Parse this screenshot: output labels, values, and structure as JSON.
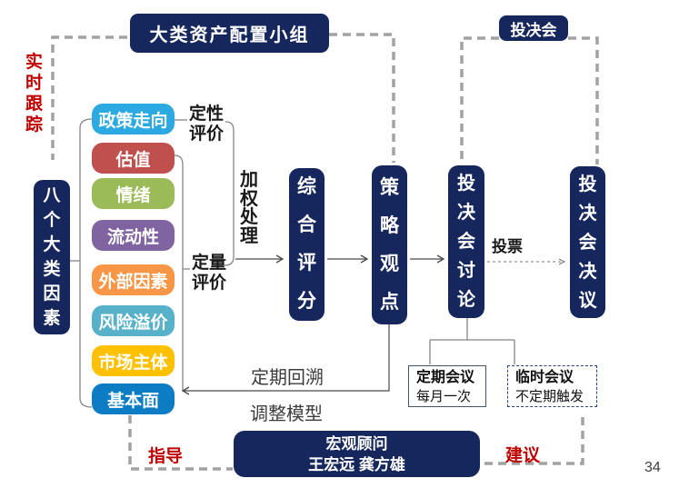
{
  "page": {
    "number": "34"
  },
  "colors": {
    "navy": "#16275e",
    "red_accent": "#c00000",
    "dash_gray": "#a2a2a2",
    "line_gray": "#858585"
  },
  "top": {
    "allocation_group": "大类资产配置小组",
    "investment_committee": "投决会"
  },
  "left": {
    "realtime_tracking": "实时跟踪",
    "eight_factors": "八个大类因素"
  },
  "factors": [
    {
      "label": "政策走向",
      "color": "#2ba9e0"
    },
    {
      "label": "估值",
      "color": "#c0504d"
    },
    {
      "label": "情绪",
      "color": "#9bbb59"
    },
    {
      "label": "流动性",
      "color": "#8064a2"
    },
    {
      "label": "外部因素",
      "color": "#f79646"
    },
    {
      "label": "风险溢价",
      "color": "#57b1c9"
    },
    {
      "label": "市场主体",
      "color": "#ffc000"
    },
    {
      "label": "基本面",
      "color": "#0c7dc4"
    }
  ],
  "process": {
    "qualitative": "定性评价",
    "quantitative": "定量评价",
    "weighting": "加权处理",
    "composite_score": "综合评分",
    "strategy_view": "策略观点",
    "committee_discussion": "投决会讨论",
    "vote": "投票",
    "committee_resolution": "投决会决议"
  },
  "feedback": {
    "review": "定期回溯",
    "adjust": "调整模型"
  },
  "meetings": {
    "regular": {
      "title": "定期会议",
      "desc": "每月一次"
    },
    "adhoc": {
      "title": "临时会议",
      "desc": "不定期触发"
    }
  },
  "bottom": {
    "guide": "指导",
    "suggest": "建议",
    "advisor_title": "宏观顾问",
    "advisor_names": "王宏远 龚方雄"
  }
}
